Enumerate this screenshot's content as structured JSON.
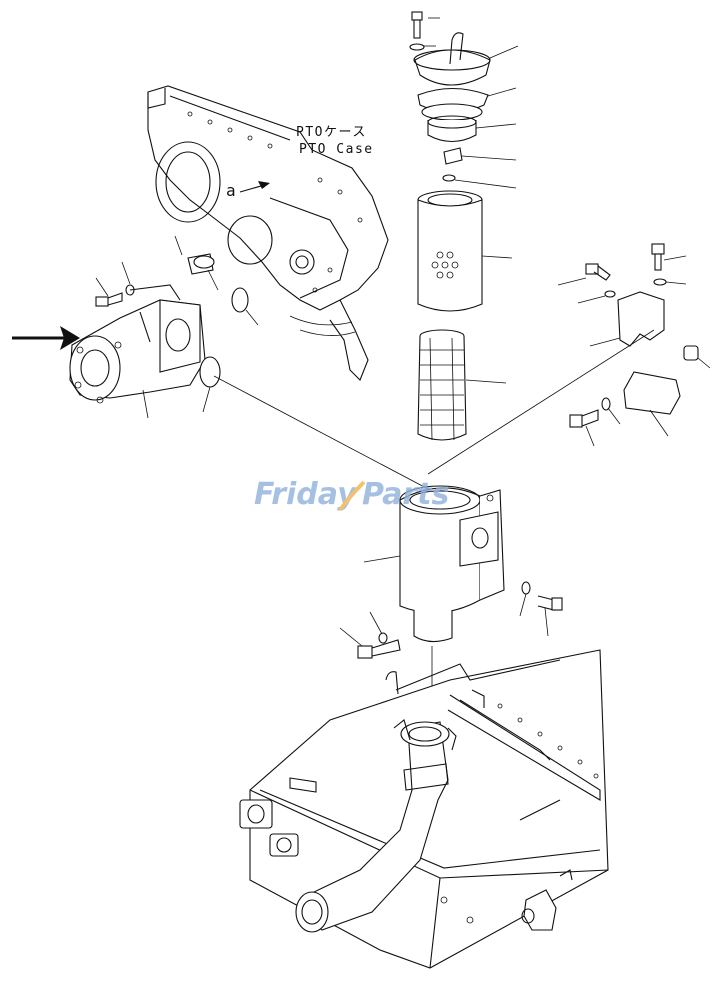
{
  "labels": {
    "pto_case_jp": "PTOケース",
    "pto_case_en": "PTO Case",
    "callout_a": "a"
  },
  "watermark": {
    "part1": "Friday",
    "part2": "Parts",
    "color_primary": "#8fb1dc",
    "color_accent": "#f2b24a"
  },
  "colors": {
    "line": "#111111",
    "background": "#ffffff"
  }
}
